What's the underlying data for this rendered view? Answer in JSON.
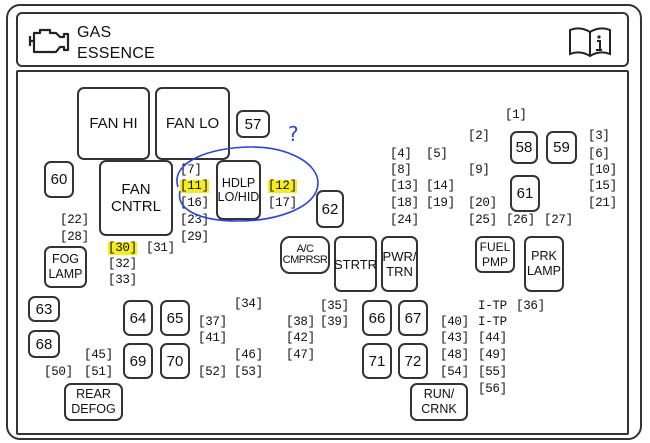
{
  "header": {
    "title_line1": "GAS",
    "title_line2": "ESSENCE",
    "left_icon": "engine-icon",
    "right_icon": "owner-manual-icon"
  },
  "annotation": {
    "mark": "?",
    "circle_color": "#2a45d6"
  },
  "highlight_color": "#f5ec1e",
  "boxes": {
    "fan_hi": "FAN HI",
    "fan_lo": "FAN LO",
    "r57": "57",
    "r60": "60",
    "fan_cntrl": "FAN\nCNTRL",
    "hdlp": "HDLP\nLO/HID",
    "r62": "62",
    "fog_lamp": "FOG\nLAMP",
    "ac": "A/C\nCMPRSR",
    "strtr": "STRTR",
    "pwr_trn": "PWR/\nTRN",
    "fuel_pmp": "FUEL\nPMP",
    "prk_lamp": "PRK\nLAMP",
    "r58": "58",
    "r59": "59",
    "r61": "61",
    "r63": "63",
    "r68": "68",
    "r64": "64",
    "r65": "65",
    "r69": "69",
    "r70": "70",
    "r66": "66",
    "r67": "67",
    "r71": "71",
    "r72": "72",
    "rear_defog": "REAR\nDEFOG",
    "run_crnk": "RUN/\nCRNK"
  },
  "fuses": {
    "f1": "[1]",
    "f2": "[2]",
    "f3": "[3]",
    "f4": "[4]",
    "f5": "[5]",
    "f6": "[6]",
    "f7": "[7]",
    "f8": "[8]",
    "f9": "[9]",
    "f10": "[10]",
    "f11": "[11]",
    "f12": "[12]",
    "f13": "[13]",
    "f14": "[14]",
    "f15": "[15]",
    "f16": "[16]",
    "f17": "[17]",
    "f18": "[18]",
    "f19": "[19]",
    "f20": "[20]",
    "f21": "[21]",
    "f22": "[22]",
    "f23": "[23]",
    "f24": "[24]",
    "f25": "[25]",
    "f26": "[26]",
    "f27": "[27]",
    "f28": "[28]",
    "f29": "[29]",
    "f30": "[30]",
    "f31": "[31]",
    "f32": "[32]",
    "f33": "[33]",
    "f34": "[34]",
    "f35": "[35]",
    "f36": "[36]",
    "f37": "[37]",
    "f38": "[38]",
    "f39": "[39]",
    "f40": "[40]",
    "f41": "[41]",
    "f42": "[42]",
    "f43": "[43]",
    "f44": "[44]",
    "f45": "[45]",
    "f46": "[46]",
    "f47": "[47]",
    "f48": "[48]",
    "f49": "[49]",
    "f50": "[50]",
    "f51": "[51]",
    "f52": "[52]",
    "f53": "[53]",
    "f54": "[54]",
    "f55": "[55]",
    "f56": "[56]",
    "itp1": "I-TP",
    "itp2": "I-TP"
  }
}
